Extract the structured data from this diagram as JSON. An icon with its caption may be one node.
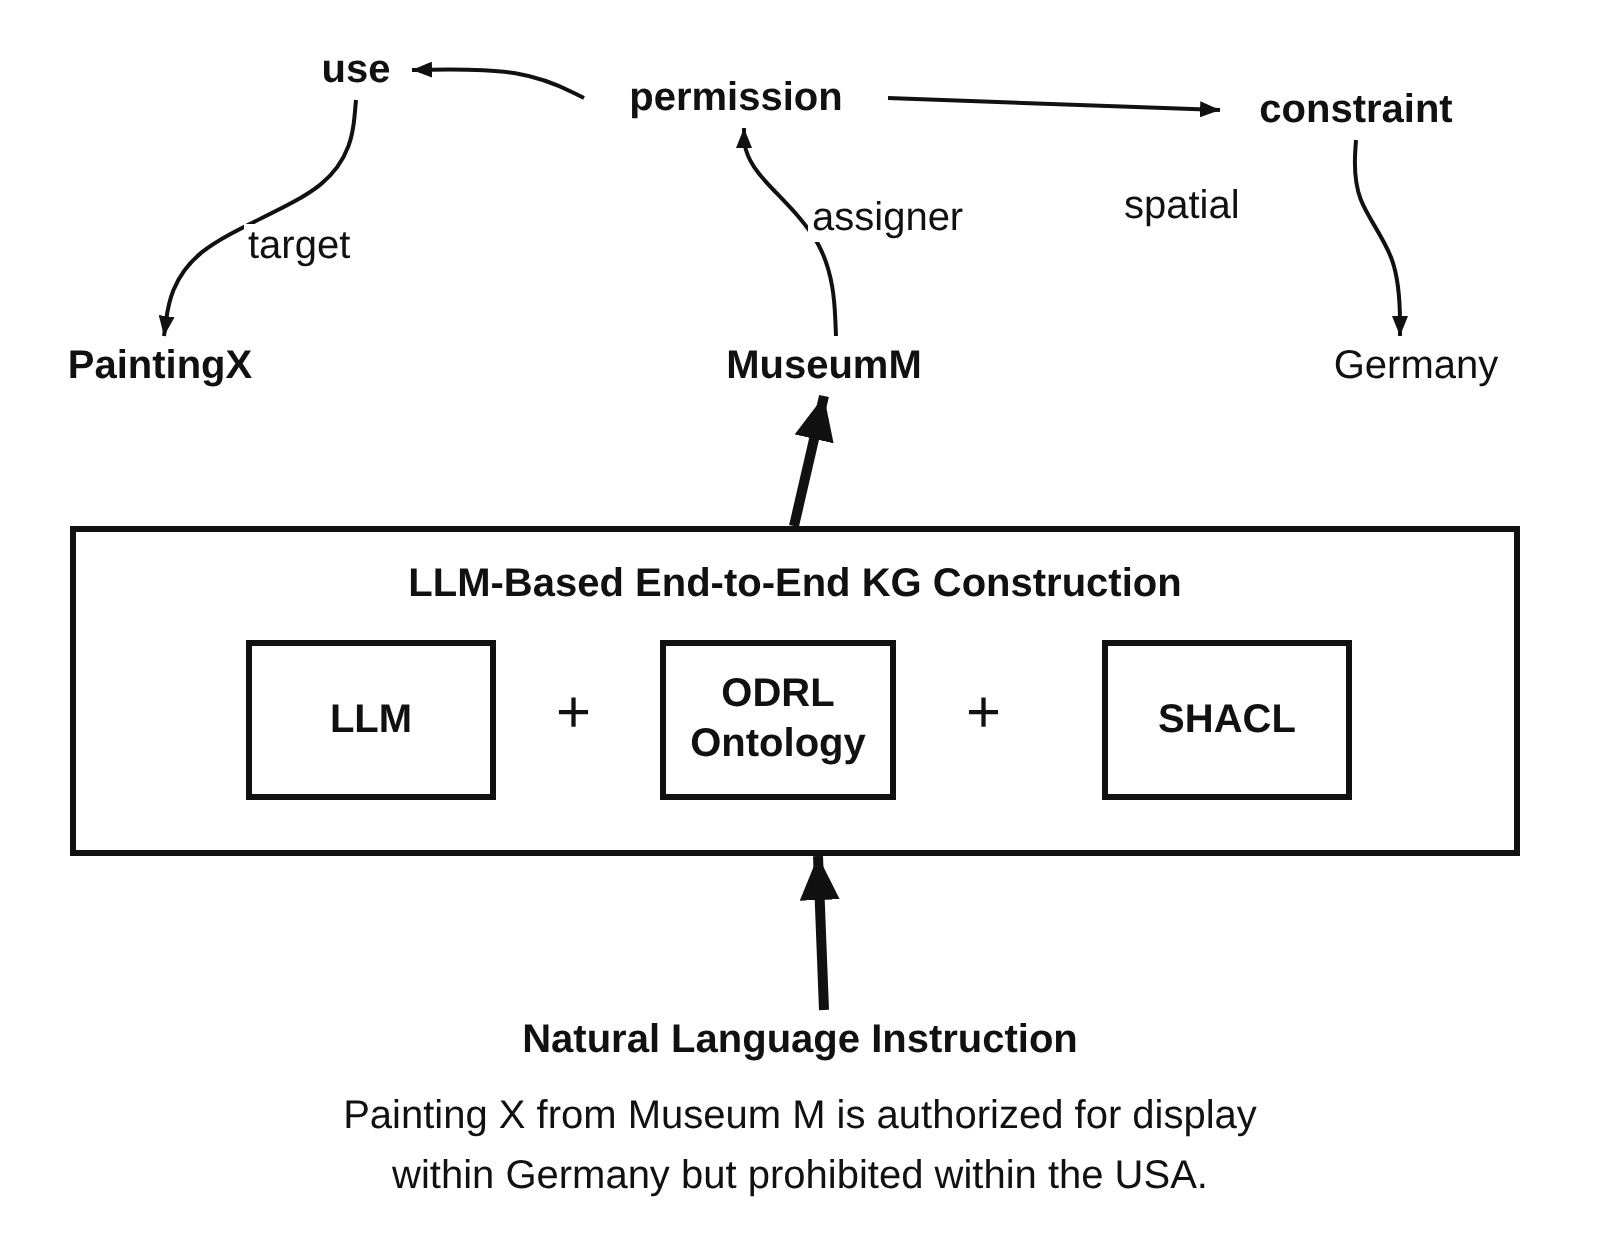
{
  "diagram": {
    "nodes": [
      {
        "text": [
          "use"
        ]
      },
      {
        "text": [
          "permission"
        ]
      },
      {
        "text": [
          "constraint"
        ]
      },
      {
        "text": [
          "PaintingX"
        ]
      },
      {
        "text": [
          "MuseumM"
        ]
      },
      {
        "text": [
          "Germany"
        ]
      },
      {
        "text": [
          "LLM-Based End-to-End KG Construction"
        ]
      },
      {
        "text": [
          "LLM"
        ],
        "in": 6
      },
      {
        "text": [
          "ODRL Ontology"
        ],
        "in": 6
      },
      {
        "text": [
          "SHACL"
        ],
        "in": 6
      },
      {
        "text": [
          "Natural Language Instruction",
          "Painting X from Museum M is authorized for display within Germany but prohibited within the USA."
        ]
      }
    ],
    "edges": [
      {
        "from": 1,
        "to": 0,
        "arrow": "to"
      },
      {
        "from": 1,
        "to": 2,
        "arrow": "to"
      },
      {
        "from": 0,
        "to": 3,
        "label": "target",
        "arrow": "to"
      },
      {
        "from": 4,
        "to": 1,
        "label": "assigner",
        "arrow": "to"
      },
      {
        "from": 2,
        "to": 5,
        "label": "spatial",
        "arrow": "to"
      },
      {
        "from": 6,
        "to": 4,
        "arrow": "to",
        "style": "thick"
      },
      {
        "from": 10,
        "to": 6,
        "arrow": "to",
        "style": "thick"
      }
    ],
    "labels": [
      "+",
      "+"
    ]
  }
}
